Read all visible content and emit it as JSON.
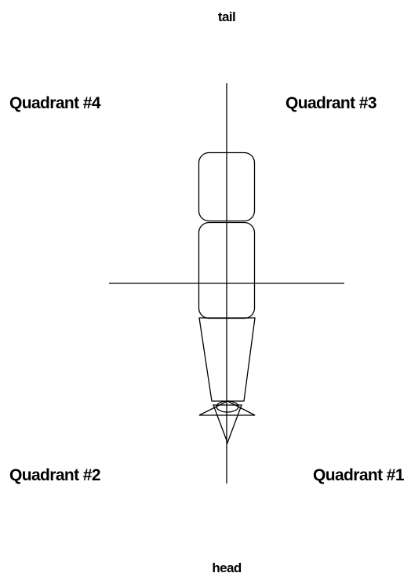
{
  "labels": {
    "top": "tail",
    "bottom": "head",
    "quadrant_4": "Quadrant #4",
    "quadrant_3": "Quadrant #3",
    "quadrant_2": "Quadrant #2",
    "quadrant_1": "Quadrant #1"
  },
  "colors": {
    "ink": "#000000",
    "background": "#ffffff"
  }
}
